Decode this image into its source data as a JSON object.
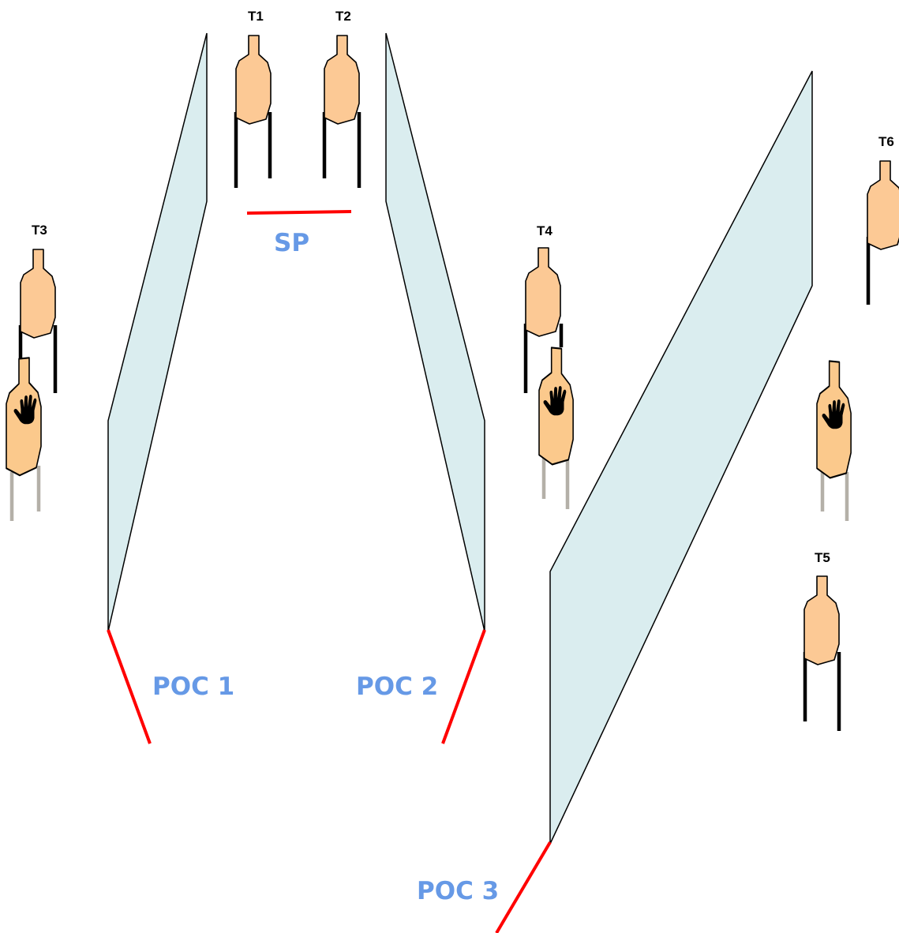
{
  "colors": {
    "barrier_fill": "#daedef",
    "target_fill": "#fcc995",
    "noshoot_fill": "#fbc98c",
    "shoot_leg": "#000000",
    "noshoot_leg": "#b4b0a8",
    "fault_line": "#ff0000",
    "position_label": "#6699e6",
    "target_label": "#000000"
  },
  "targets": [
    {
      "id": "T1",
      "label": "T1",
      "kind": "shoot"
    },
    {
      "id": "T2",
      "label": "T2",
      "kind": "shoot"
    },
    {
      "id": "T3",
      "label": "T3",
      "kind": "shoot"
    },
    {
      "id": "T4",
      "label": "T4",
      "kind": "shoot"
    },
    {
      "id": "T5",
      "label": "T5",
      "kind": "shoot"
    },
    {
      "id": "T6",
      "label": "T6",
      "kind": "shoot"
    }
  ],
  "no_shoot_targets": [
    {
      "near": "T3",
      "icon": "hand-icon"
    },
    {
      "near": "T4",
      "icon": "hand-icon"
    },
    {
      "near": "T6",
      "icon": "hand-icon"
    }
  ],
  "positions": {
    "start": {
      "label": "SP"
    },
    "poc1": {
      "label": "POC 1"
    },
    "poc2": {
      "label": "POC 2"
    },
    "poc3": {
      "label": "POC 3"
    }
  }
}
